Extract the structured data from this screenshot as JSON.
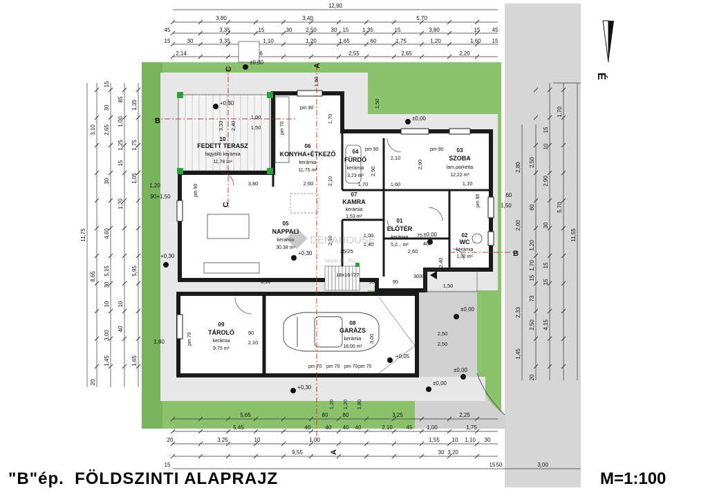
{
  "title": "\"B\"ép.  FÖLDSZINTI ALAPRAJZ",
  "scale": "M=1:100",
  "watermark": {
    "brand": "DENAHOUSE",
    "url": "www.d...hu"
  },
  "north_label": "É",
  "colors": {
    "grass": "#8cc26e",
    "wall": "#1a1a1a",
    "pavement": "#dcdcdc",
    "dim": "#333333",
    "axis": "#c0392b",
    "column": "#2e9e3e"
  },
  "rooms": [
    {
      "id": "01",
      "name": "ELŐTÉR",
      "floor": "kerámia",
      "area": "5,2... m²"
    },
    {
      "id": "02",
      "name": "WC",
      "floor": "kerámia",
      "area": "1,32 m²"
    },
    {
      "id": "03",
      "name": "SZOBA",
      "floor": "lam.parketta",
      "area": "12,22 m²"
    },
    {
      "id": "04",
      "name": "FÜRDŐ",
      "floor": "kerámia",
      "area": "3,23 m²"
    },
    {
      "id": "05",
      "name": "NAPPALI",
      "floor": "kerámia",
      "area": "30,38 m²"
    },
    {
      "id": "06",
      "name": "KONYHA+ÉTKEZŐ",
      "floor": "kerámia",
      "area": "11,75 m²"
    },
    {
      "id": "07",
      "name": "KAMRA",
      "floor": "kerámia",
      "area": "1,53 m²"
    },
    {
      "id": "08",
      "name": "GARÁZS",
      "floor": "kerámia",
      "area": "18,00 m²"
    },
    {
      "id": "09",
      "name": "TÁROLÓ",
      "floor": "kerámia",
      "area": "9,75 m²"
    },
    {
      "id": "10",
      "name": "FEDETT TERASZ",
      "floor": "fagyálló kerámia",
      "area": "11,78 m²"
    }
  ],
  "levels": [
    "±0,00",
    "+0,30",
    "+0,30",
    "+0,30",
    "+0,30",
    "±0,00",
    "±0,00",
    "±0,00",
    "+0,05",
    "±0,00",
    "±0,00"
  ],
  "section_marks": [
    "A",
    "A",
    "B",
    "B",
    "C",
    "C"
  ],
  "stair": {
    "label": "25/25",
    "steps": "18x16⁷/27"
  },
  "door_labels": [
    "pm 90",
    "pm 90",
    "pm 90",
    "pm 90",
    "pm 90",
    "pm 70",
    "pm 70",
    "pm 70",
    "pm 70",
    "pm 70",
    "pm 70"
  ],
  "top_dims": {
    "r1": [
      "12,90"
    ],
    "r2": [
      "3,80",
      "3,40",
      "5,70"
    ],
    "r3": [
      "45",
      "3,35",
      "15",
      "30",
      "2,50",
      "30",
      "15",
      "1,35",
      "15",
      "3,80",
      "15",
      "45"
    ],
    "r4": [
      "15",
      "30",
      "3,35",
      "1,10",
      "1,20",
      "1,65",
      "60",
      "1,75",
      "1,20",
      "1,60",
      "15"
    ],
    "r5": [
      "2,14",
      "3,36",
      "2,55",
      "2,65",
      "2,20"
    ]
  },
  "bottom_dims": {
    "r1": [
      "5,65",
      "80",
      "80",
      "3,25",
      "2,25"
    ],
    "r2": [
      "5,45",
      "40",
      "40",
      "40",
      "40",
      "2,10",
      "45",
      "1,00",
      "1,75"
    ],
    "r3": [
      "20",
      "3,25",
      "10",
      "1,00",
      "1,55",
      "10",
      "1,10",
      "30"
    ],
    "r4": [
      "9,55",
      "30",
      "3,20"
    ],
    "r5": [
      "15",
      "15",
      "50",
      "3,00"
    ]
  },
  "left_dims": {
    "outer": [
      "11,75"
    ],
    "mid1": [
      "3,10",
      "8,65"
    ],
    "mid2": [
      "2,65",
      "4,60",
      "5,15",
      "3,00",
      "1,45"
    ],
    "inner": [
      "1,35",
      "1,75",
      "1,20",
      "5,95",
      "1,65"
    ],
    "small": [
      "15",
      "30",
      "85",
      "1,00",
      "1,25",
      "15",
      "30",
      "1,05",
      "30",
      "10",
      "40",
      "10",
      "20"
    ],
    "side": [
      "1,20",
      "90+1,50",
      "1,80"
    ]
  },
  "right_dims": {
    "outer": [
      "11,55"
    ],
    "mid": [
      "5,70",
      "2,90",
      "2,50",
      "4,15"
    ],
    "inner": [
      "1,70",
      "2,80",
      "2,00",
      "2,33",
      "2,50"
    ],
    "small": [
      "15",
      "10",
      "60",
      "1,50",
      "1,20",
      "1,70",
      "15",
      "73",
      "15",
      "15",
      "60",
      "30",
      "1,45",
      "20"
    ]
  },
  "interior_dims": [
    "1,00",
    "1,50",
    "3,33",
    "2,40",
    "1,50",
    "1,70",
    "3,80",
    "2,60",
    "2,10",
    "2,10",
    "1,70",
    "1,60",
    "2,90",
    "2,90",
    "1,10",
    "2,10",
    "1,00",
    "1,40",
    "8,10",
    "95",
    "95",
    "1,50",
    "90",
    "2,10",
    "3,00",
    "2,50",
    "2,50",
    "1,80",
    "1,20",
    "1,20",
    "1,50",
    "75",
    "40",
    "2,40",
    "2,60",
    "30",
    "30"
  ]
}
